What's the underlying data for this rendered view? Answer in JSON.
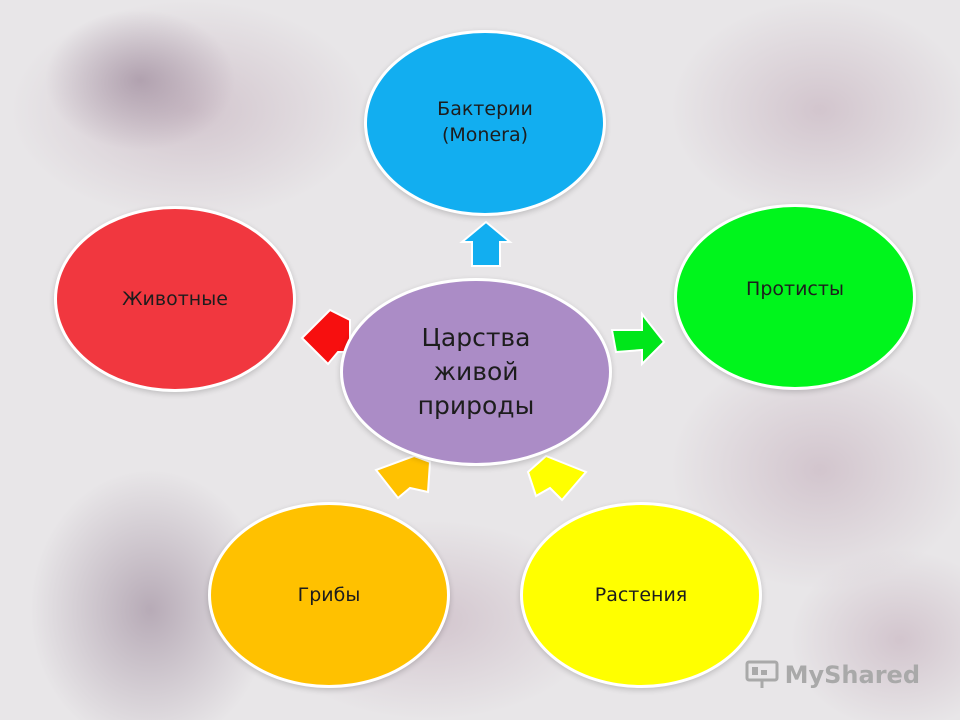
{
  "diagram": {
    "center": {
      "label": "Царства\nживой\nприроды"
    },
    "nodes": {
      "bacteria": "Бактерии\n(Monera)",
      "protists": "Протисты",
      "plants": "Растения",
      "fungi": "Грибы",
      "animals": "Животные"
    }
  },
  "colors": {
    "center": "#ab8cc6",
    "bacteria": "#12aef0",
    "protists": "#00f51c",
    "plants": "#ffff00",
    "fungi": "#ffc100",
    "animals": "#f1373f"
  },
  "watermark": {
    "text": "MyShared",
    "icon": "presentation-icon"
  }
}
